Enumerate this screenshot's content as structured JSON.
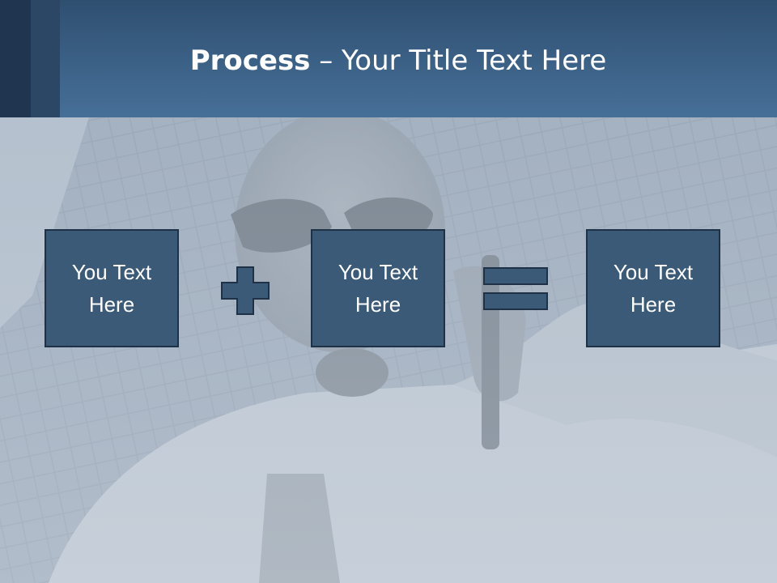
{
  "slide": {
    "title_bold": "Process",
    "title_rest": " – Your Title Text Here",
    "boxes": [
      {
        "text": "You Text Here"
      },
      {
        "text": "You Text Here"
      },
      {
        "text": "You Text Here"
      }
    ],
    "operators": [
      "plus-icon",
      "equals-icon"
    ]
  },
  "colors": {
    "header": "#3d6389",
    "box_fill": "#3b5a78",
    "box_border": "#1e3147",
    "text": "#ffffff"
  }
}
